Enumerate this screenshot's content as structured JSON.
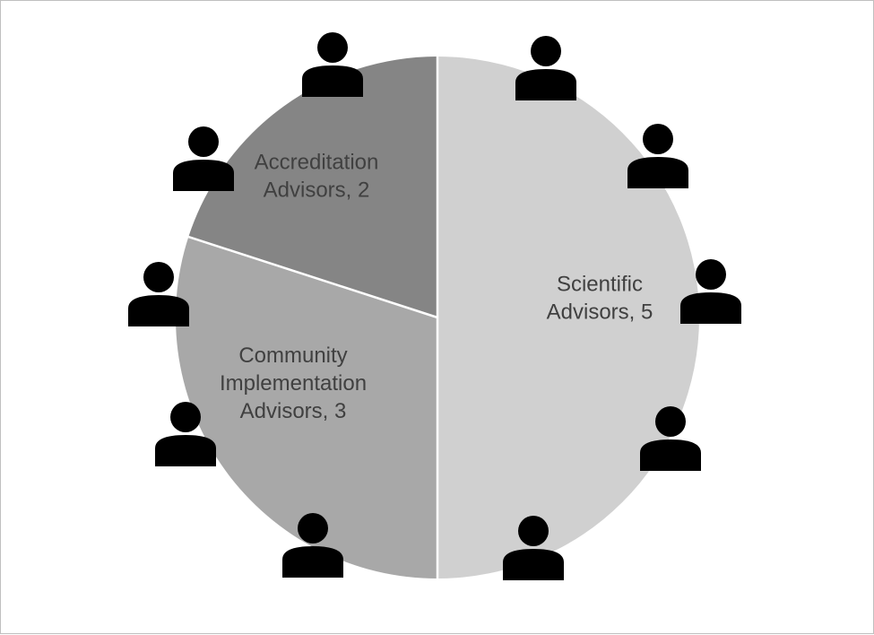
{
  "chart_data": {
    "type": "pie",
    "title": "",
    "slices": [
      {
        "label_lines": [
          "Scientific",
          "Advisors, 5"
        ],
        "value": 5,
        "color": "#d0d0d0"
      },
      {
        "label_lines": [
          "Community",
          "Implementation",
          "Advisors, 3"
        ],
        "value": 3,
        "color": "#a8a8a8"
      },
      {
        "label_lines": [
          "Accreditation",
          "Advisors, 2"
        ],
        "value": 2,
        "color": "#858585"
      }
    ],
    "start_angle_deg": 0,
    "direction": "clockwise",
    "separator_color": "#ffffff",
    "legend": "none",
    "person_icon_count": 10,
    "person_icon_color": "#000000"
  }
}
